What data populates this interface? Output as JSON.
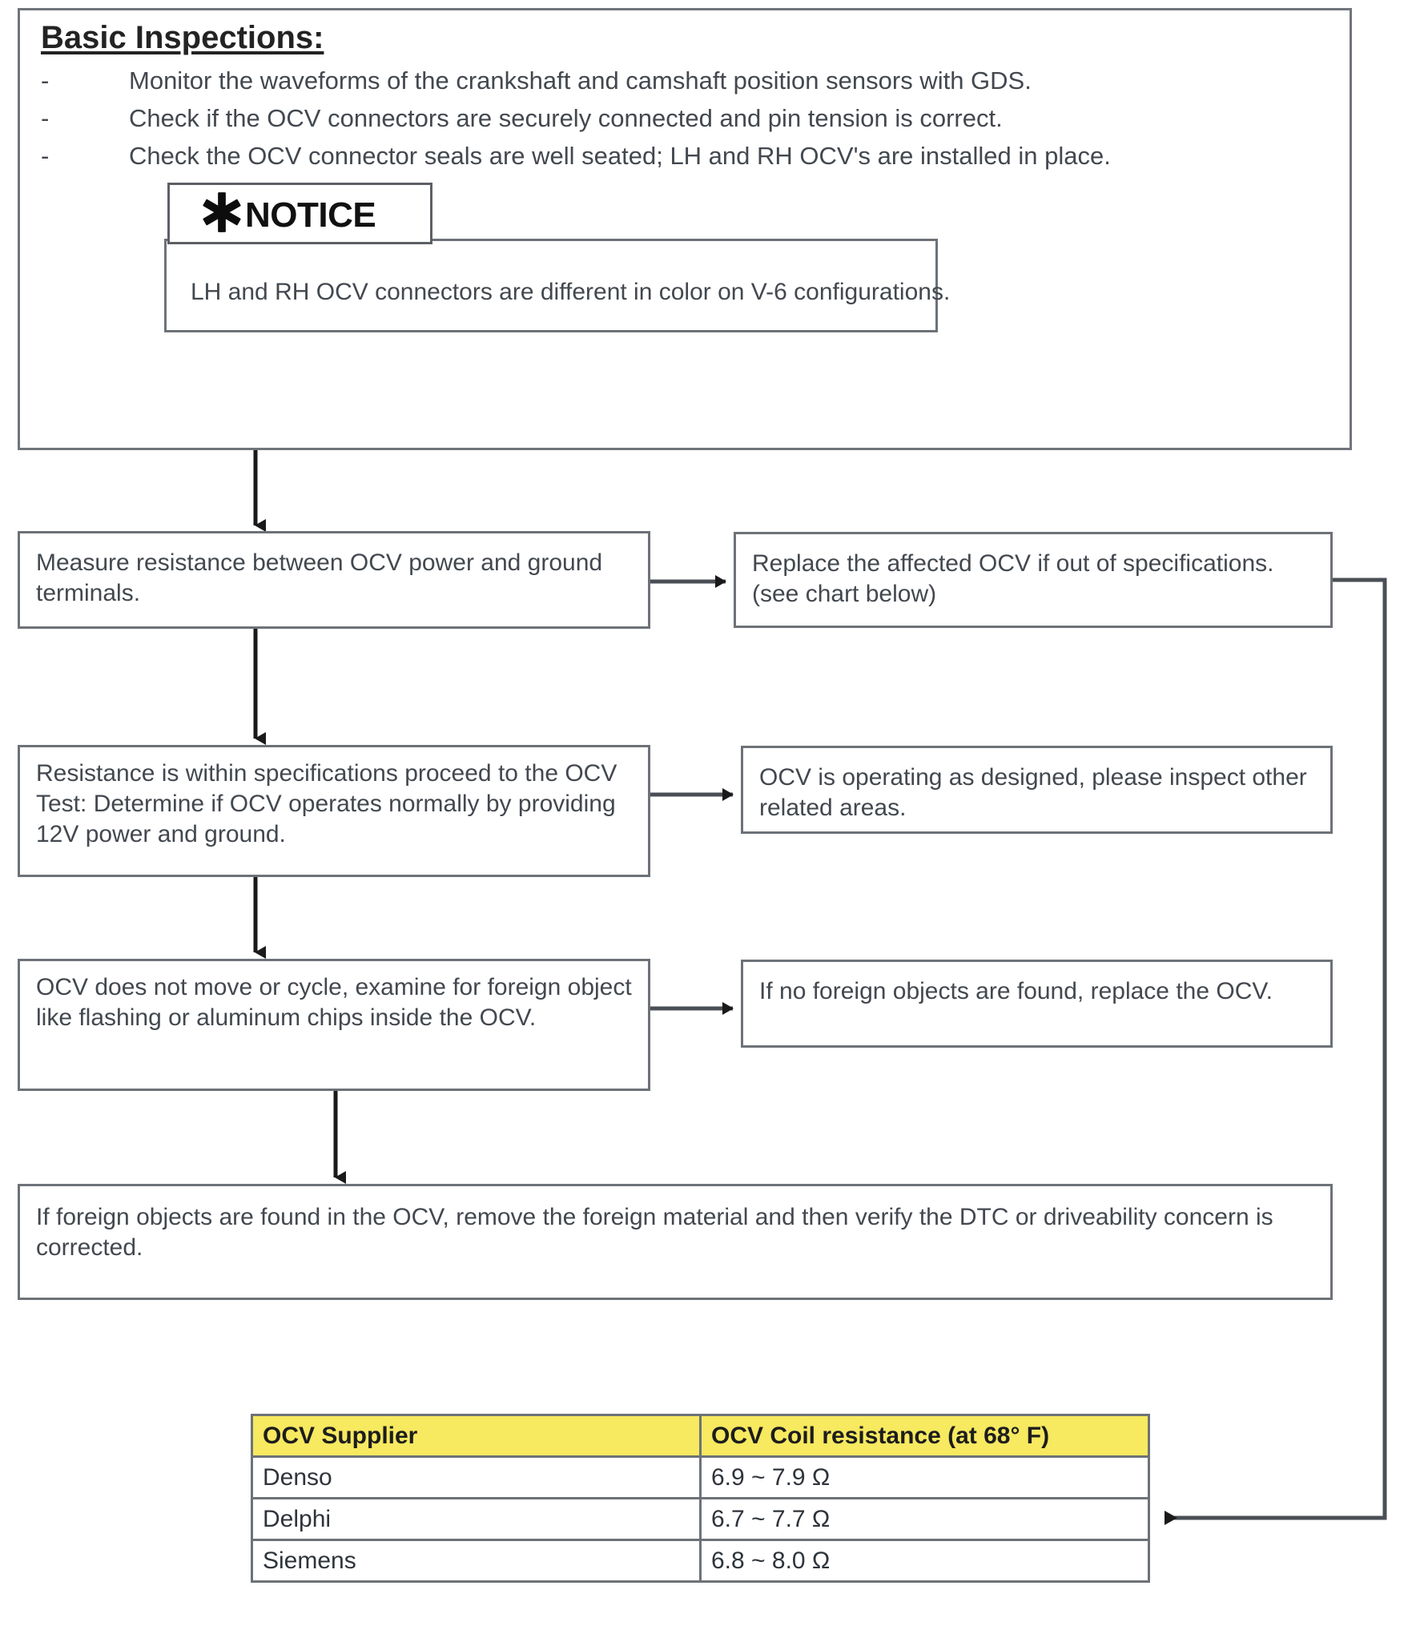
{
  "inspections": {
    "title": "Basic Inspections:",
    "bullet_marker": "-",
    "items": [
      "Monitor the waveforms of the crankshaft and camshaft position sensors with GDS.",
      "Check if the OCV connectors are securely connected and pin tension is correct.",
      "Check the OCV connector seals are well seated; LH and RH OCV's are installed in place."
    ]
  },
  "notice": {
    "label": "NOTICE",
    "icon": "asterisk-icon",
    "text": "LH and RH OCV connectors are different in color on V-6 configurations."
  },
  "flow": {
    "measure": "Measure resistance between OCV power and ground terminals.",
    "replace": "Replace the affected OCV if out of specifications. (see chart below)",
    "resistance": "Resistance is within specifications proceed to the OCV Test: Determine if OCV operates normally by providing 12V power and ground.",
    "operating": "OCV is operating as designed, please inspect other related areas.",
    "not_moving": "OCV does not move or cycle, examine for foreign object like flashing or aluminum chips inside the OCV.",
    "no_objects": "If no foreign objects are found, replace the OCV.",
    "final": "If foreign objects are found in the OCV, remove the foreign material and then verify the DTC or driveability concern is corrected."
  },
  "spec_table": {
    "headers": [
      "OCV Supplier",
      "OCV Coil resistance (at 68° F)"
    ],
    "rows": [
      [
        "Denso",
        "6.9 ~ 7.9 Ω"
      ],
      [
        "Delphi",
        "6.7 ~ 7.7 Ω"
      ],
      [
        "Siemens",
        "6.8 ~ 8.0 Ω"
      ]
    ],
    "header_bg": "#F7E960"
  },
  "colors": {
    "border": "#6D7278",
    "text": "#43484F",
    "heading": "#232323",
    "highlight": "#F7E960"
  }
}
